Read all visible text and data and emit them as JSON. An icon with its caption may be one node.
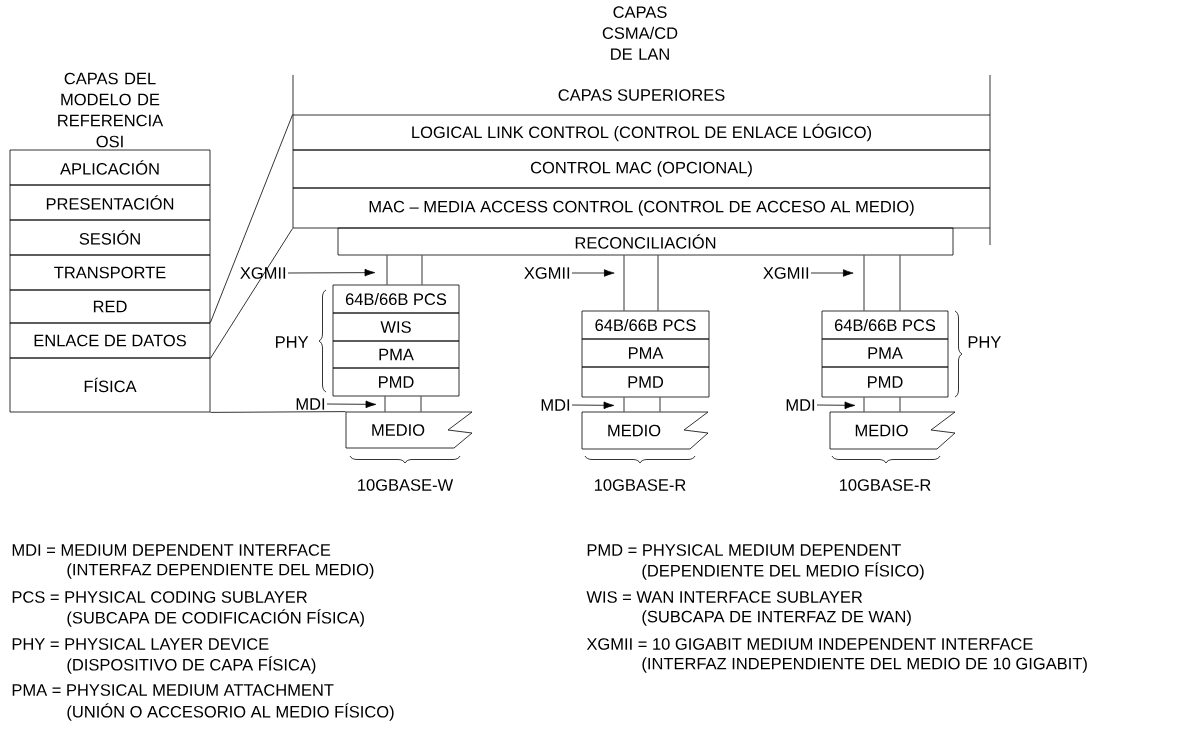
{
  "diagram": {
    "nodes": [
      {
        "text": [
          "APLICACIÓN"
        ]
      },
      {
        "text": [
          "PRESENTACIÓN"
        ]
      },
      {
        "text": [
          "SESIÓN"
        ]
      },
      {
        "text": [
          "TRANSPORTE"
        ]
      },
      {
        "text": [
          "RED"
        ]
      },
      {
        "text": [
          "ENLACE DE DATOS"
        ]
      },
      {
        "text": [
          "FÍSICA"
        ]
      },
      {
        "text": [
          "CAPAS SUPERIORES"
        ]
      },
      {
        "text": [
          "LOGICAL LINK CONTROL (CONTROL DE ENLACE LÓGICO)"
        ]
      },
      {
        "text": [
          "CONTROL MAC (OPCIONAL)"
        ]
      },
      {
        "text": [
          "MAC – MEDIA ACCESS CONTROL (CONTROL DE ACCESO AL MEDIO)"
        ]
      },
      {
        "text": [
          "RECONCILIACIÓN"
        ]
      },
      {
        "text": [
          "64B/66B PCS"
        ]
      },
      {
        "text": [
          "WIS"
        ]
      },
      {
        "text": [
          "PMA"
        ]
      },
      {
        "text": [
          "PMD"
        ]
      },
      {
        "text": [
          "MEDIO"
        ]
      },
      {
        "text": [
          "64B/66B PCS"
        ]
      },
      {
        "text": [
          "PMA"
        ]
      },
      {
        "text": [
          "PMD"
        ]
      },
      {
        "text": [
          "MEDIO"
        ]
      },
      {
        "text": [
          "64B/66B PCS"
        ]
      },
      {
        "text": [
          "PMA"
        ]
      },
      {
        "text": [
          "PMD"
        ]
      },
      {
        "text": [
          "MEDIO"
        ]
      },
      {
        "text": [
          "XGMII"
        ]
      },
      {
        "text": [
          "XGMII"
        ]
      },
      {
        "text": [
          "XGMII"
        ]
      },
      {
        "text": [
          "MDI"
        ]
      },
      {
        "text": [
          "MDI"
        ]
      },
      {
        "text": [
          "MDI"
        ]
      }
    ],
    "edges": [
      {
        "from": 5,
        "to": 8,
        "arrow": "none"
      },
      {
        "from": 5,
        "to": 10,
        "arrow": "none"
      },
      {
        "from": 6,
        "to": 16,
        "arrow": "none"
      },
      {
        "from": 11,
        "to": 12,
        "arrow": "none"
      },
      {
        "from": 11,
        "to": 12,
        "arrow": "none"
      },
      {
        "from": 15,
        "to": 16,
        "arrow": "none"
      },
      {
        "from": 15,
        "to": 16,
        "arrow": "none"
      },
      {
        "from": 11,
        "to": 17,
        "arrow": "none"
      },
      {
        "from": 11,
        "to": 17,
        "arrow": "none"
      },
      {
        "from": 19,
        "to": 20,
        "arrow": "none"
      },
      {
        "from": 19,
        "to": 20,
        "arrow": "none"
      },
      {
        "from": 11,
        "to": 21,
        "arrow": "none"
      },
      {
        "from": 11,
        "to": 21,
        "arrow": "none"
      },
      {
        "from": 23,
        "to": 24,
        "arrow": "none"
      },
      {
        "from": 23,
        "to": 24,
        "arrow": "none"
      },
      {
        "from": 25,
        "to": 12,
        "arrow": "to"
      },
      {
        "from": 26,
        "to": null,
        "arrow": "to"
      },
      {
        "from": 27,
        "to": null,
        "arrow": "to"
      },
      {
        "from": 28,
        "to": 15,
        "arrow": "to"
      },
      {
        "from": 29,
        "to": 19,
        "arrow": "to"
      },
      {
        "from": 30,
        "to": 23,
        "arrow": "to"
      }
    ],
    "labels": [
      "CAPAS CSMA/CD DE LAN",
      "CAPAS DEL MODELO DE REFERENCIA OSI",
      "PHY",
      "PHY",
      "10GBASE-W",
      "10GBASE-R",
      "10GBASE-R",
      "MDI = MEDIUM DEPENDENT INTERFACE",
      "(INTERFAZ DEPENDIENTE DEL MEDIO)",
      "PCS = PHYSICAL CODING SUBLAYER",
      "(SUBCAPA DE CODIFICACIÓN FÍSICA)",
      "PHY = PHYSICAL LAYER DEVICE",
      "(DISPOSITIVO DE CAPA FÍSICA)",
      "PMA = PHYSICAL MEDIUM ATTACHMENT",
      "(UNIÓN O ACCESORIO AL MEDIO FÍSICO)",
      "PMD = PHYSICAL MEDIUM DEPENDENT",
      "(DEPENDIENTE DEL MEDIO FÍSICO)",
      "WIS = WAN INTERFACE SUBLAYER",
      "(SUBCAPA DE INTERFAZ DE WAN)",
      "XGMII = 10 GIGABIT MEDIUM INDEPENDENT INTERFACE",
      "(INTERFAZ INDEPENDIENTE DEL MEDIO DE 10 GIGABIT)"
    ]
  }
}
